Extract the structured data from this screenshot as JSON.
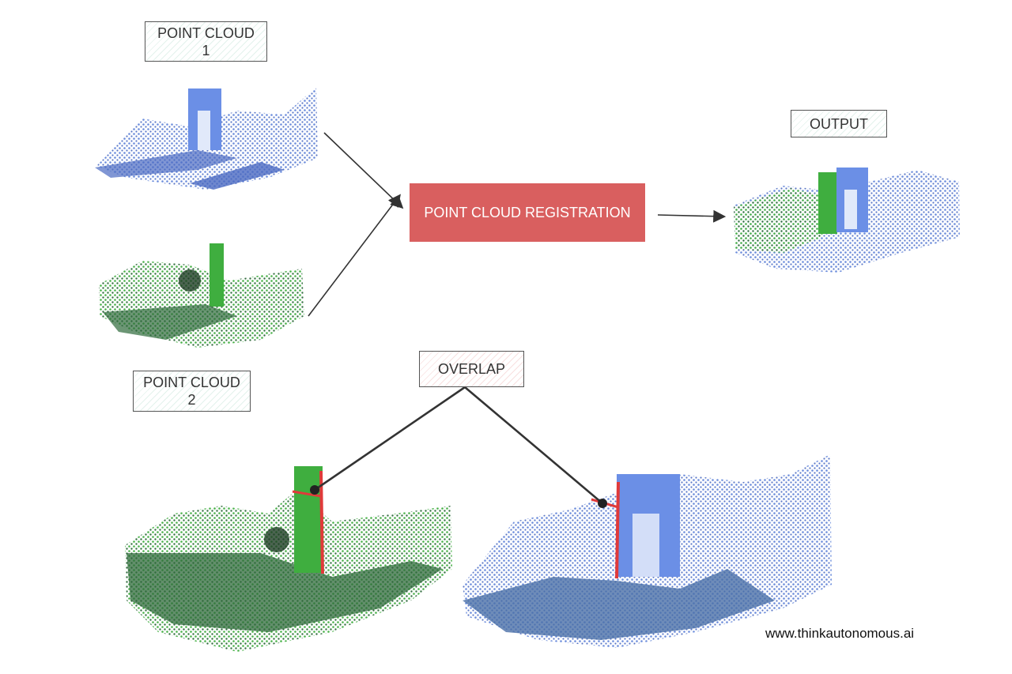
{
  "labels": {
    "point_cloud_1": "POINT CLOUD\n1",
    "point_cloud_2": "POINT CLOUD\n2",
    "registration": "POINT CLOUD REGISTRATION",
    "output": "OUTPUT",
    "overlap": "OVERLAP"
  },
  "watermark": "www.thinkautonomous.ai",
  "colors": {
    "registration_fill": "#d95f5f",
    "cloud_blue": "#5b7fd8",
    "cloud_green": "#3fae3f",
    "cloud_dark_green": "#2d6a3a",
    "overlap_edge": "#e03a3a",
    "arrow": "#333333"
  }
}
